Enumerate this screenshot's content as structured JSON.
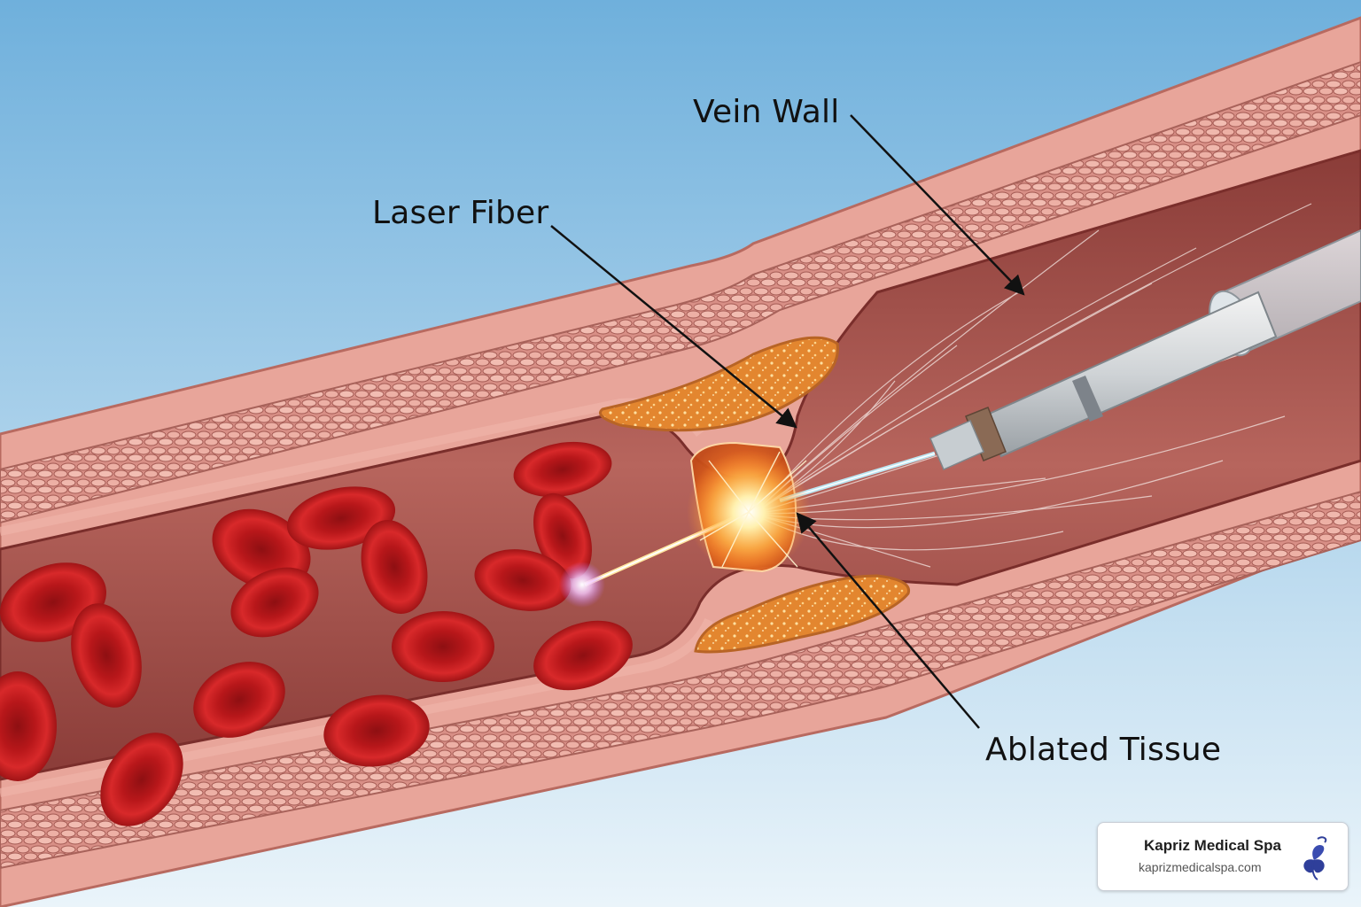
{
  "labels": {
    "vein_wall": "Vein Wall",
    "laser_fiber": "Laser Fiber",
    "ablated_tissue": "Ablated Tissue"
  },
  "brand": {
    "name": "Kapriz Medical Spa",
    "url": "kaprizmedicalspa.com",
    "logo_icon": "flower-logo-icon"
  },
  "colors": {
    "sky": "#8ec3e3",
    "vein_outer": "#e8a59a",
    "vein_inner": "#9b4a45",
    "blood_cell": "#c61a1c",
    "ablated_zone": "#e6862f",
    "laser_glow": "#ffd27a"
  }
}
